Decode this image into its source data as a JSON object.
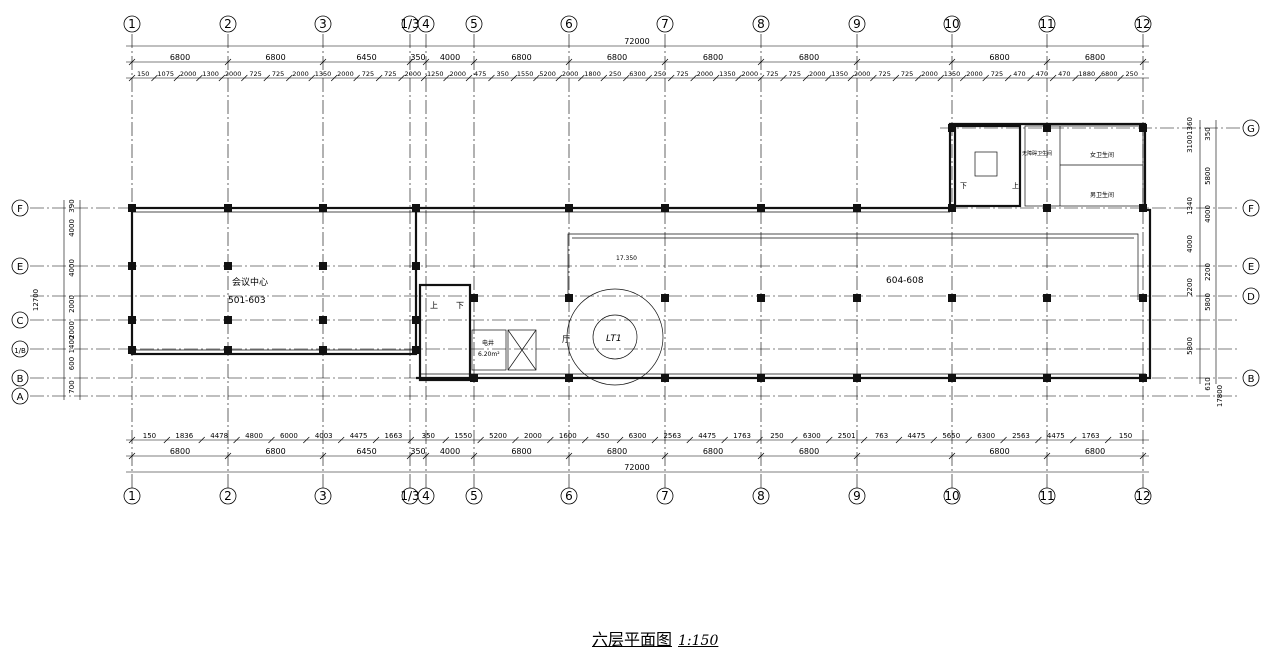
{
  "title": "六层平面图",
  "scale": "1:150",
  "grid_columns": [
    "1",
    "2",
    "3",
    "1/3",
    "4",
    "5",
    "6",
    "7",
    "8",
    "9",
    "10",
    "11",
    "12"
  ],
  "grid_rows": [
    "G",
    "F",
    "E",
    "D",
    "C",
    "1/B",
    "B",
    "A"
  ],
  "total_length": "72000",
  "bay_dims": [
    "6800",
    "6800",
    "6450",
    "350",
    "4000",
    "6800",
    "6800",
    "6800",
    "6800",
    "6800",
    "6800"
  ],
  "sub_dims_top": [
    "150",
    "1075",
    "2000",
    "1300",
    "2000",
    "725",
    "725",
    "2000",
    "1350",
    "2000",
    "725",
    "725",
    "2000",
    "1250",
    "2000",
    "475",
    "350",
    "1550",
    "5200",
    "2000",
    "1800",
    "250",
    "6300",
    "250",
    "725",
    "2000",
    "1350",
    "2000",
    "725",
    "725",
    "2000",
    "1350",
    "2000",
    "725",
    "725",
    "2000",
    "1350",
    "2000",
    "725",
    "470",
    "470",
    "470",
    "1880",
    "6800",
    "250"
  ],
  "sub_dims_bottom": [
    "150",
    "1836",
    "4478",
    "4800",
    "6000",
    "4003",
    "4475",
    "1663",
    "350",
    "1550",
    "5200",
    "2000",
    "1600",
    "450",
    "6300",
    "2563",
    "4475",
    "1763",
    "250",
    "6300",
    "2501",
    "763",
    "4475",
    "5650",
    "6300",
    "2563",
    "4475",
    "1763",
    "150"
  ],
  "left_dims": [
    "390",
    "4000",
    "4000",
    "2000",
    "2000",
    "1400",
    "600",
    "700",
    "12700"
  ],
  "right_dims": [
    "1360",
    "350",
    "3100",
    "5800",
    "1340",
    "4000",
    "4000",
    "2200",
    "2200",
    "5800",
    "5800",
    "610",
    "17800"
  ],
  "room_labels": {
    "conference_center": "会议中心",
    "rooms_left": "501-603",
    "rooms_right": "604-608",
    "elevator_code": "LT1",
    "hall": "厅",
    "elevator_well": "电井",
    "elevator_area": "6.20m²",
    "elevation": "17.350",
    "stair_up": "上",
    "stair_down": "下",
    "male_restroom": "男卫生间",
    "female_restroom": "女卫生间",
    "accessible_restroom": "无障碍卫生间"
  }
}
